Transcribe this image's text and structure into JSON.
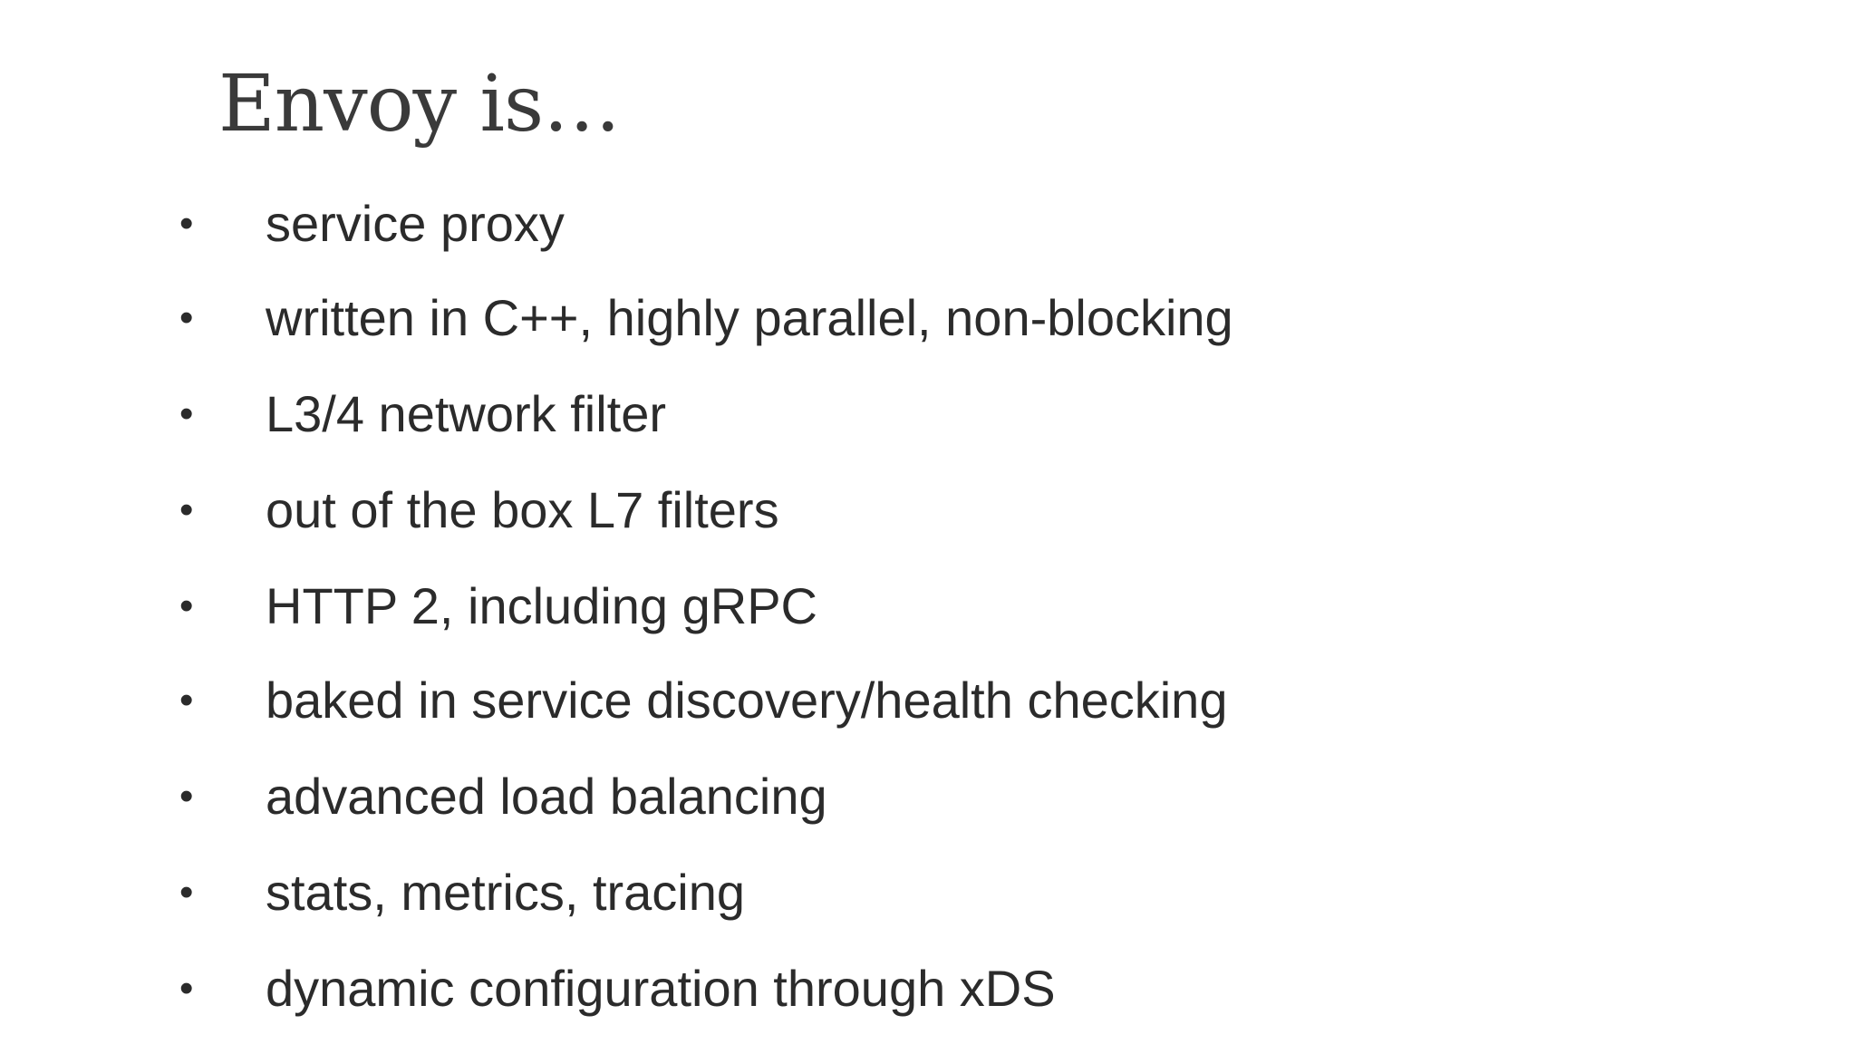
{
  "slide": {
    "title": "Envoy is…",
    "bullet_glyph": "•",
    "bullets": [
      "service proxy",
      "written in C++, highly parallel, non-blocking",
      "L3/4 network filter",
      "out of the box L7 filters",
      "HTTP 2, including gRPC",
      "baked in service discovery/health checking",
      "advanced load balancing",
      "stats, metrics, tracing",
      "dynamic configuration through xDS"
    ]
  },
  "colors": {
    "background": "#ffffff",
    "title": "#3a3a3a",
    "text": "#2b2b2b"
  }
}
